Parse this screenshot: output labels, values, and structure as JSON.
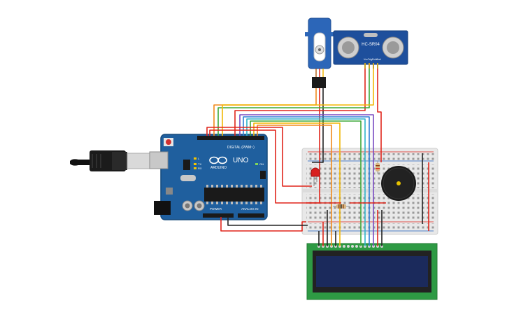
{
  "board": {
    "brand": "ARDUINO",
    "model": "UNO",
    "digital_label": "DIGITAL (PWM~)",
    "power_label": "POWER",
    "analog_label": "ANALOG IN",
    "tx_label": "TX",
    "rx_label": "RX",
    "on_label": "ON",
    "l_label": "L"
  },
  "sensor": {
    "model": "HC-SR04",
    "pin_labels": [
      "Vcc",
      "Trig",
      "Echo",
      "Gnd"
    ]
  },
  "colors": {
    "board": "#1f5f9e",
    "breadboard": "#e8e8e8",
    "lcd_frame": "#2e9a44",
    "lcd_screen": "#1b2a5c",
    "servo": "#2c66b8",
    "sensor": "#1e4f9c",
    "wire_red": "#e0251b",
    "wire_black": "#222222",
    "wire_yellow": "#f2b705",
    "wire_orange": "#f08a1c",
    "wire_green": "#3fa93a",
    "wire_blue": "#2f7fd6",
    "wire_cyan": "#30b3c9",
    "wire_purple": "#7a4bc2"
  },
  "components": [
    "arduino-uno",
    "usb-cable",
    "breadboard",
    "servo-motor",
    "ultrasonic-sensor",
    "red-led",
    "resistor",
    "piezo-buzzer",
    "lcd-16x2"
  ]
}
